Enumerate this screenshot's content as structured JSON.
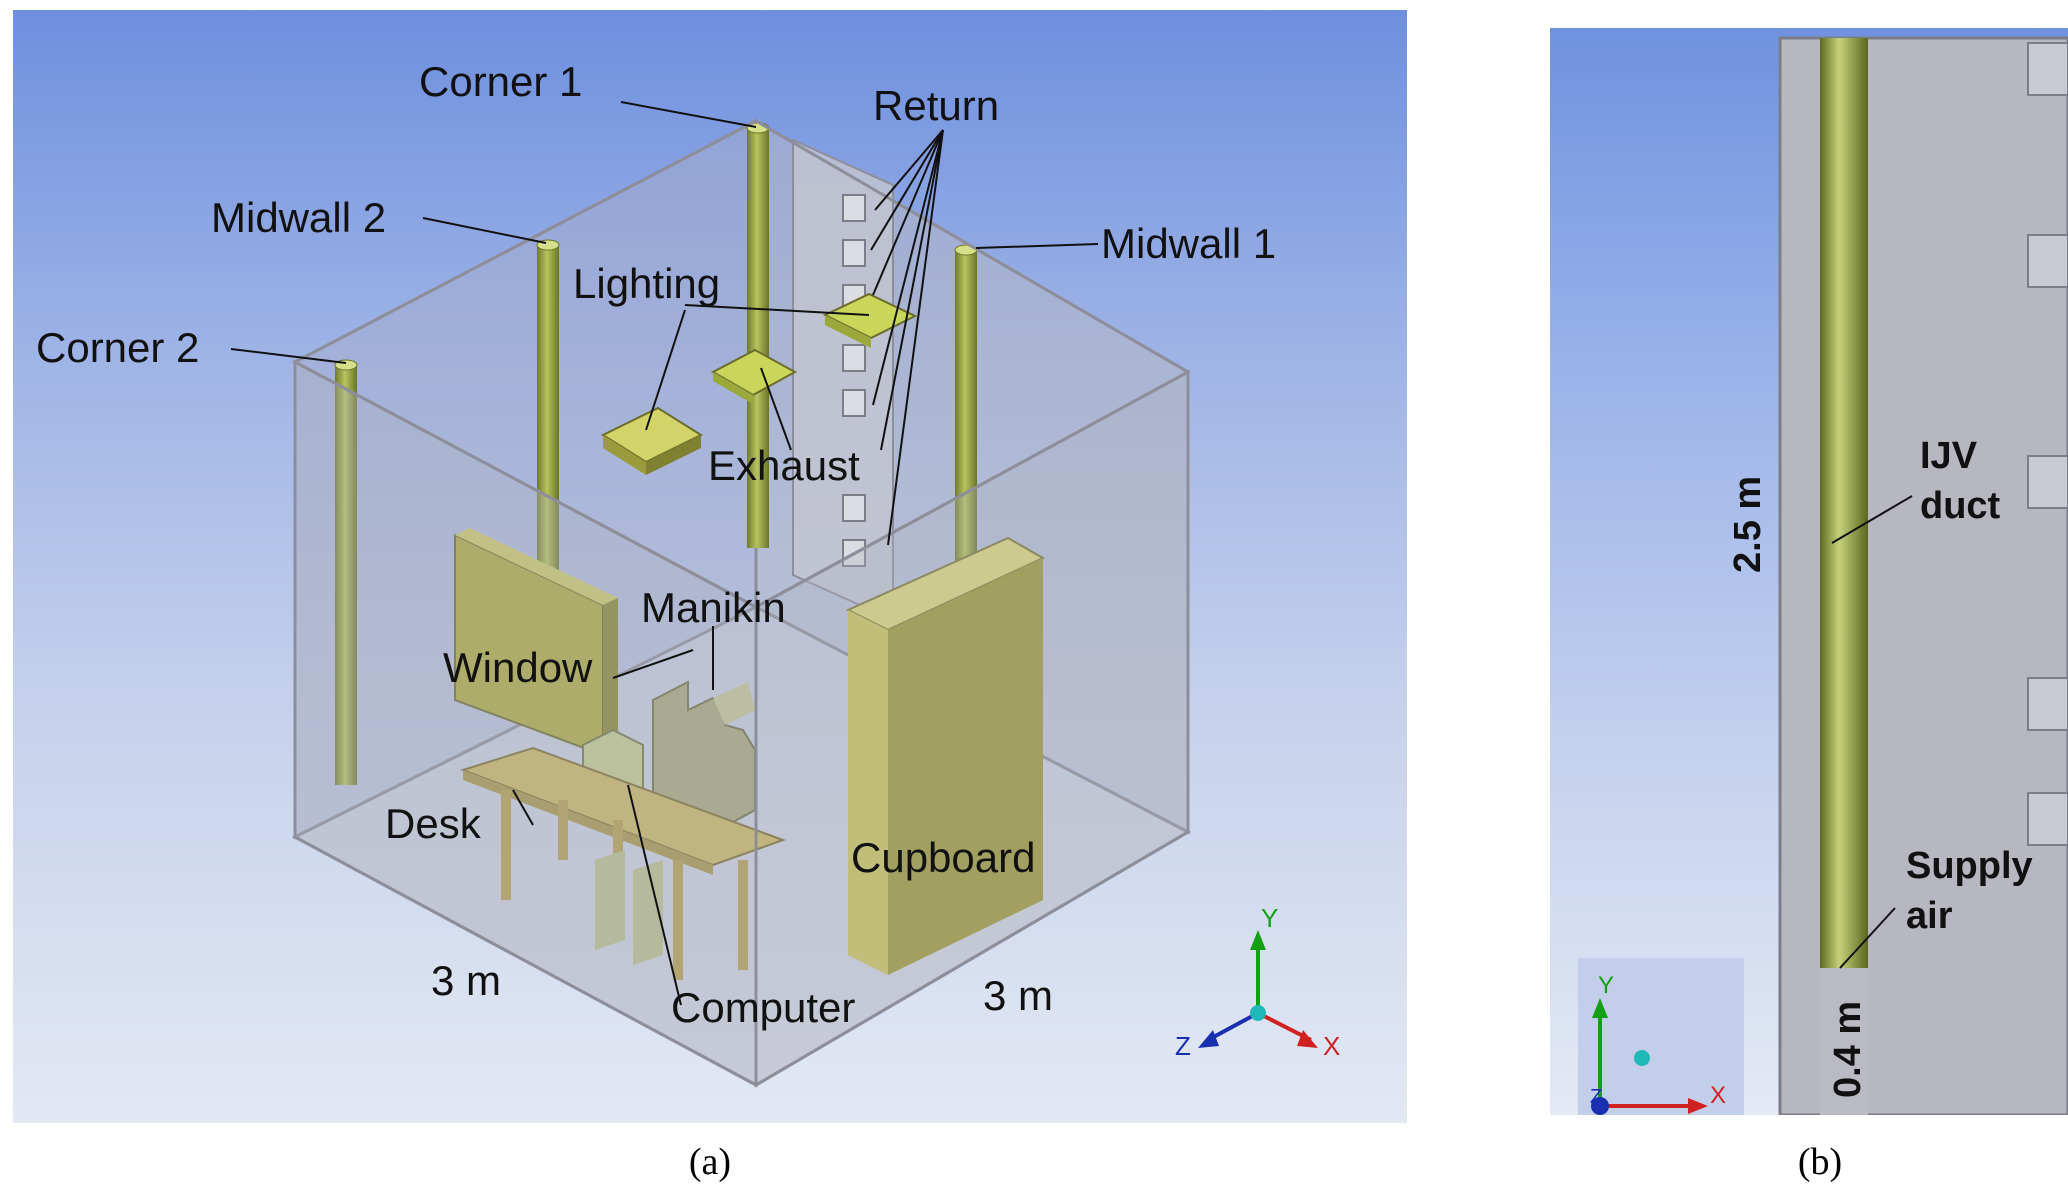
{
  "panel_a": {
    "labels": {
      "corner1": "Corner 1",
      "corner2": "Corner 2",
      "midwall1": "Midwall 1",
      "midwall2": "Midwall 2",
      "return": "Return",
      "lighting": "Lighting",
      "exhaust": "Exhaust",
      "manikin": "Manikin",
      "window": "Window",
      "desk": "Desk",
      "cupboard": "Cupboard",
      "computer": "Computer",
      "dim_left": "3 m",
      "dim_right": "3 m"
    },
    "axes": {
      "y": "Y",
      "z": "Z",
      "x": "X"
    },
    "caption": "(a)"
  },
  "panel_b": {
    "labels": {
      "duct_line1": "IJV",
      "duct_line2": "duct",
      "supply_line1": "Supply",
      "supply_line2": "air",
      "height_dim": "2.5 m",
      "bottom_dim": "0.4 m"
    },
    "axes": {
      "y": "Y",
      "z": "Z",
      "x": "X"
    },
    "caption": "(b)"
  },
  "colors": {
    "duct": "#9aa84a",
    "object": "#c2c15a",
    "room_edge": "#8e8e9a",
    "leader": "#111111",
    "axis_y": "#14a014",
    "axis_z": "#1a2fb0",
    "axis_x": "#d02020"
  }
}
